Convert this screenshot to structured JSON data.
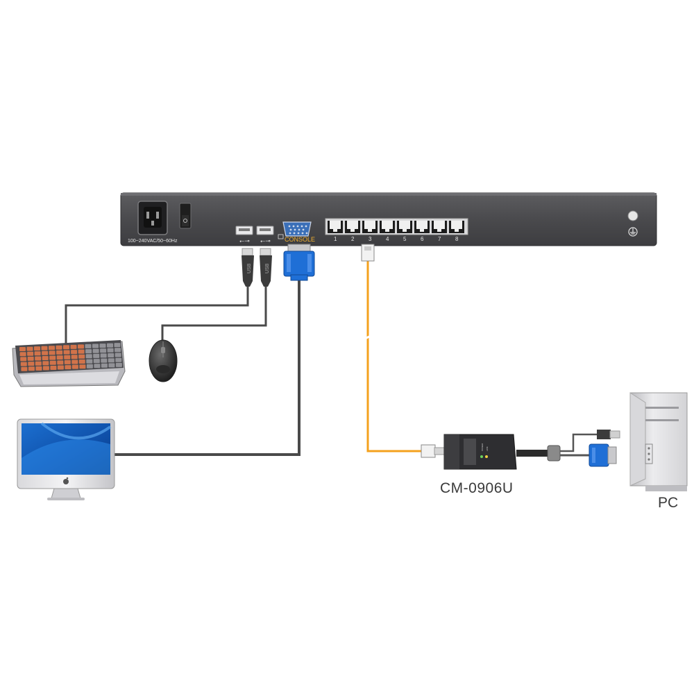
{
  "kvm_unit": {
    "power_rating": "100~240VAC/50~60Hz",
    "console_label": "CONSOLE",
    "port_numbers": [
      "1",
      "2",
      "3",
      "4",
      "5",
      "6",
      "7",
      "8"
    ]
  },
  "adapter": {
    "model_label": "CM-0906U",
    "led_labels": [
      "POWER",
      "LINK"
    ]
  },
  "pc": {
    "label": "PC"
  },
  "colors": {
    "chassis": "#4b4b4d",
    "cat_cable": "#f4a11d",
    "vga_blue": "#1f6fd6",
    "cable": "#4a4a4a"
  },
  "icons": [
    "power-inlet-icon",
    "power-switch-icon",
    "usb-symbol-icon",
    "vga-port-icon",
    "rj45-port-icon",
    "ground-icon",
    "keyboard-icon",
    "mouse-icon",
    "monitor-icon",
    "apple-logo-icon",
    "pc-tower-icon"
  ]
}
